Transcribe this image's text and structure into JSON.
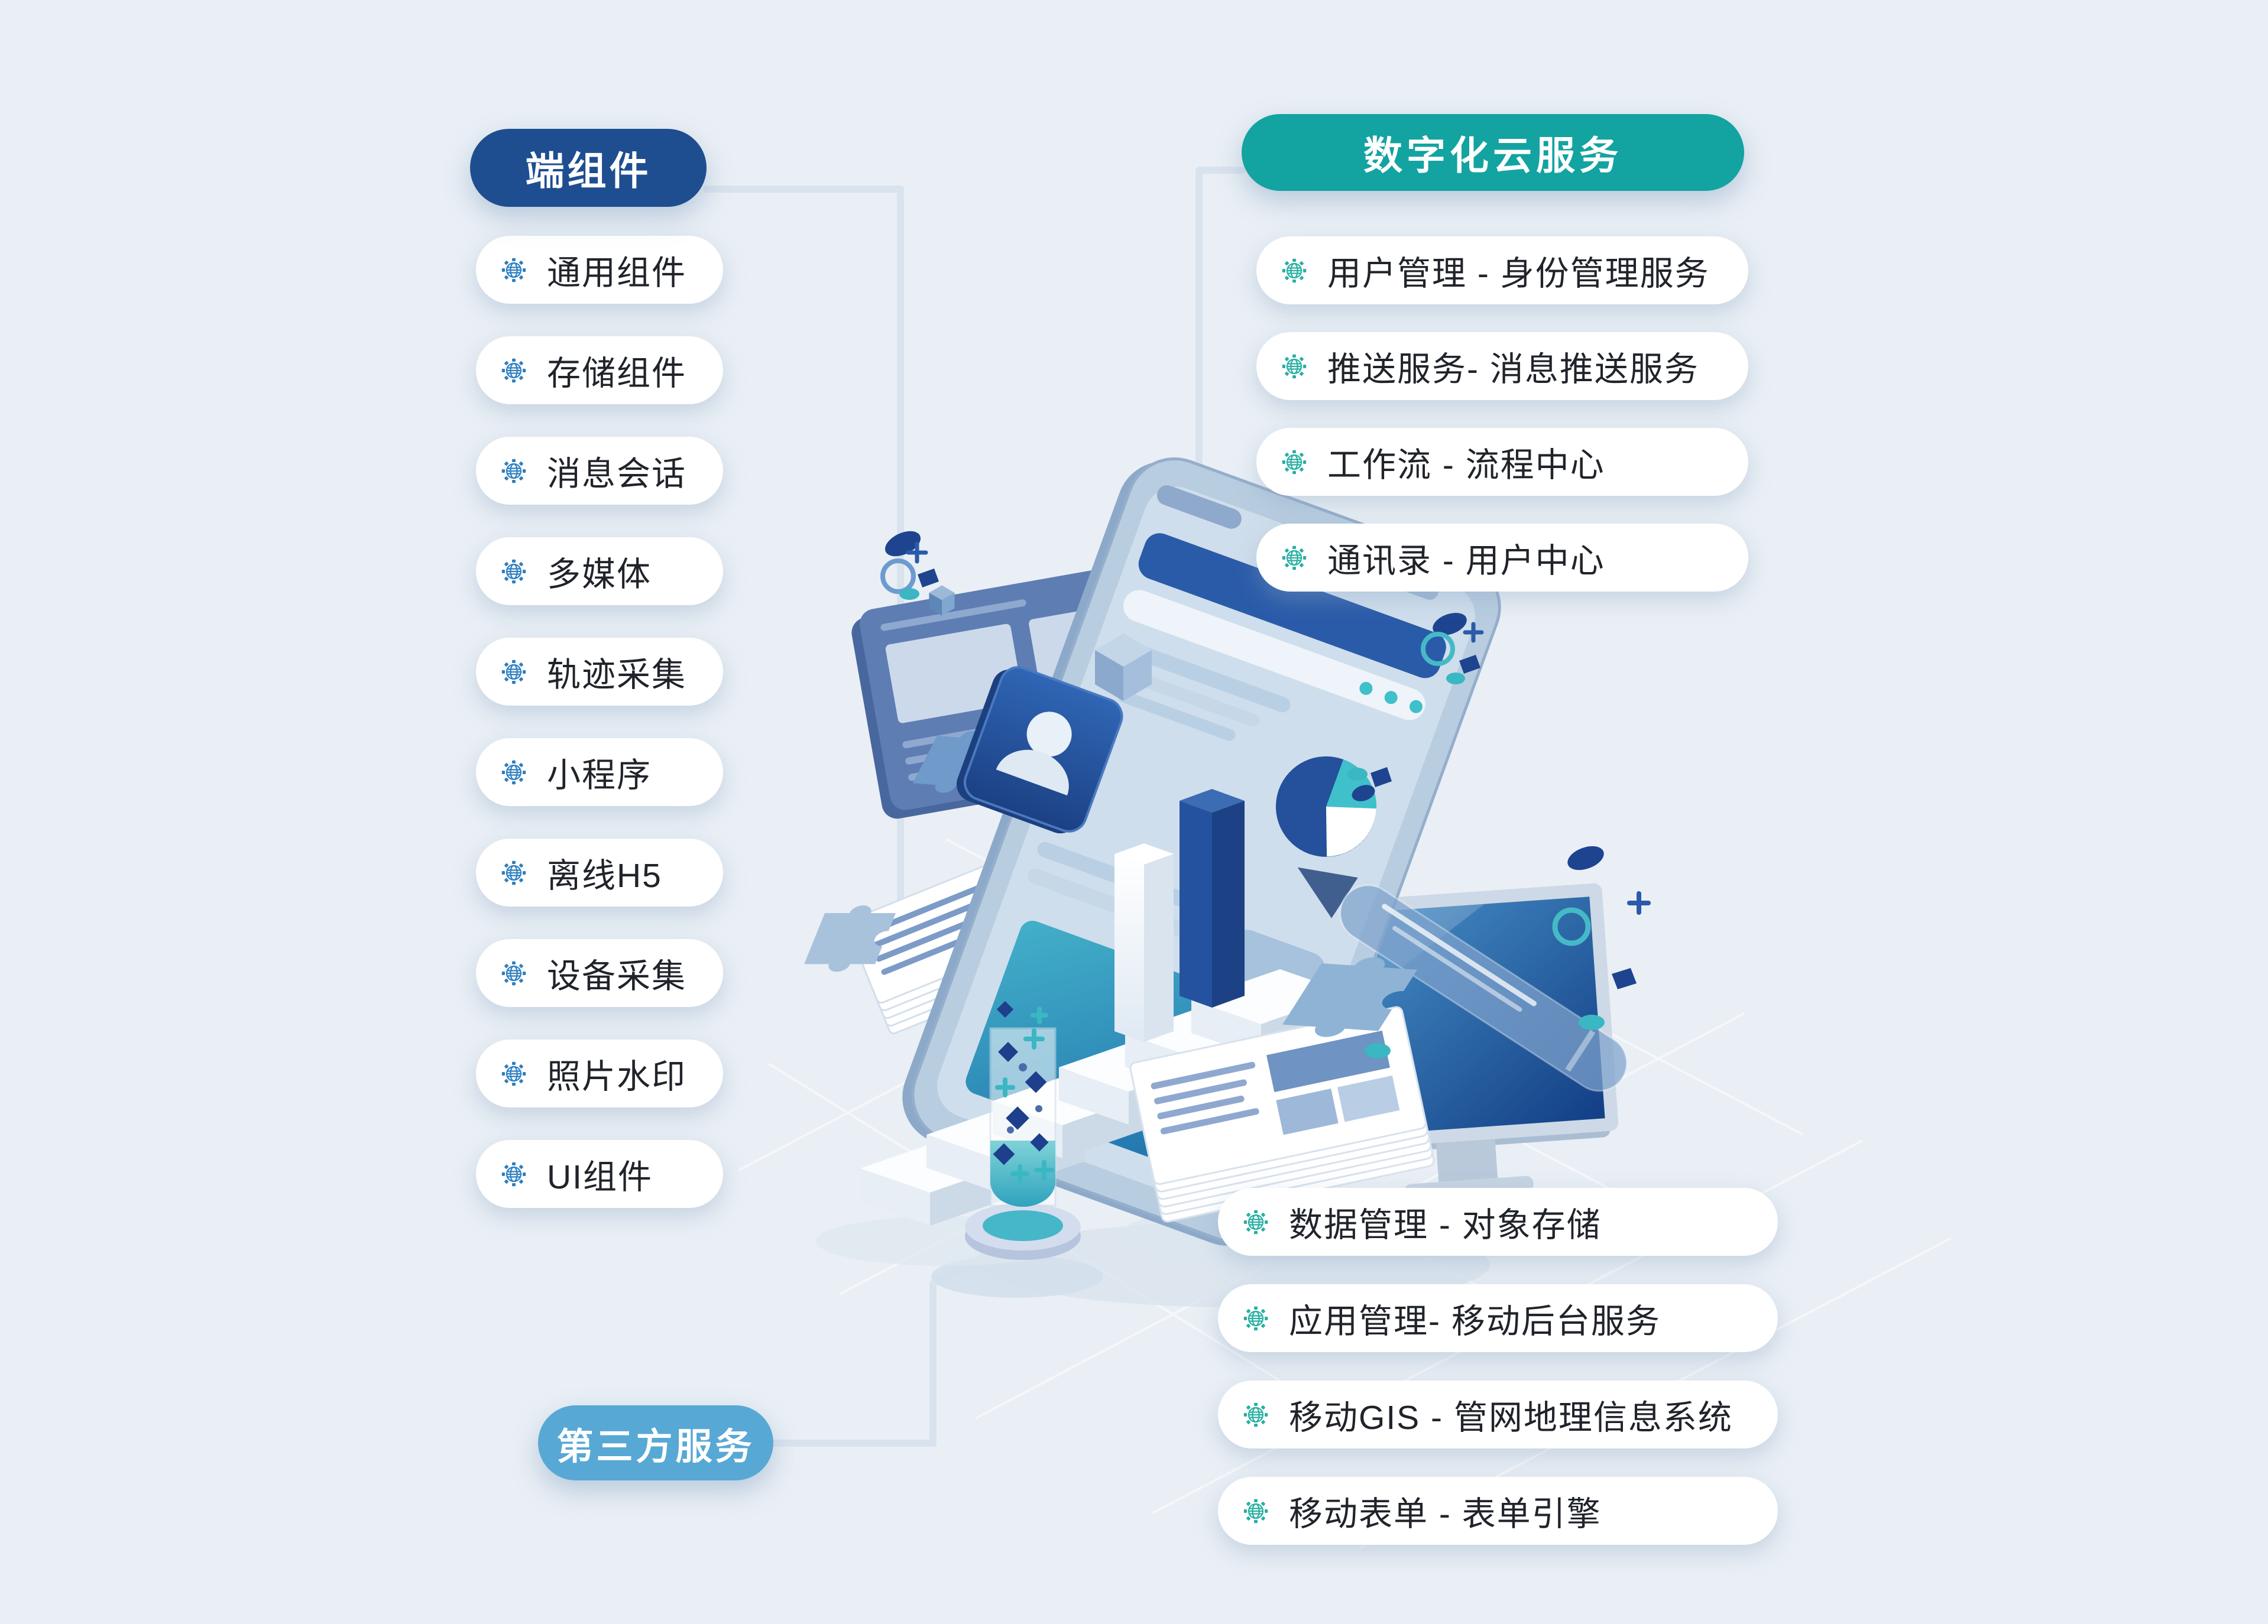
{
  "canvas": {
    "background": "#e9eff5"
  },
  "left_panel": {
    "header": {
      "label": "端组件",
      "bg": "#1e4e90",
      "text_color": "#ffffff"
    },
    "icon": "globe-gear-icon",
    "icon_color": "#2e7fc0",
    "items": [
      {
        "label": "通用组件"
      },
      {
        "label": "存储组件"
      },
      {
        "label": "消息会话"
      },
      {
        "label": "多媒体"
      },
      {
        "label": "轨迹采集"
      },
      {
        "label": "小程序"
      },
      {
        "label": "离线H5"
      },
      {
        "label": "设备采集"
      },
      {
        "label": "照片水印"
      },
      {
        "label": "UI组件"
      }
    ]
  },
  "cloud_panel": {
    "header": {
      "label": "数字化云服务",
      "bg": "#13a3a1",
      "text_color": "#ffffff"
    },
    "icon": "globe-gear-icon",
    "icon_color": "#27b0a2",
    "top_items": [
      {
        "label": "用户管理 - 身份管理服务"
      },
      {
        "label": "推送服务- 消息推送服务"
      },
      {
        "label": "工作流 - 流程中心"
      },
      {
        "label": "通讯录 - 用户中心"
      }
    ],
    "bottom_items": [
      {
        "label": "数据管理 - 对象存储"
      },
      {
        "label": "应用管理- 移动后台服务"
      },
      {
        "label": "移动GIS - 管网地理信息系统"
      },
      {
        "label": "移动表单 - 表单引擎"
      }
    ]
  },
  "third_party": {
    "header": {
      "label": "第三方服务",
      "bg": "#58a8d5",
      "text_color": "#ffffff"
    }
  },
  "illustration_colors": {
    "navy": "#24509c",
    "teal": "#3fc0cb",
    "phone_body": "#b9cde0",
    "connector": "#d9e3ee"
  }
}
